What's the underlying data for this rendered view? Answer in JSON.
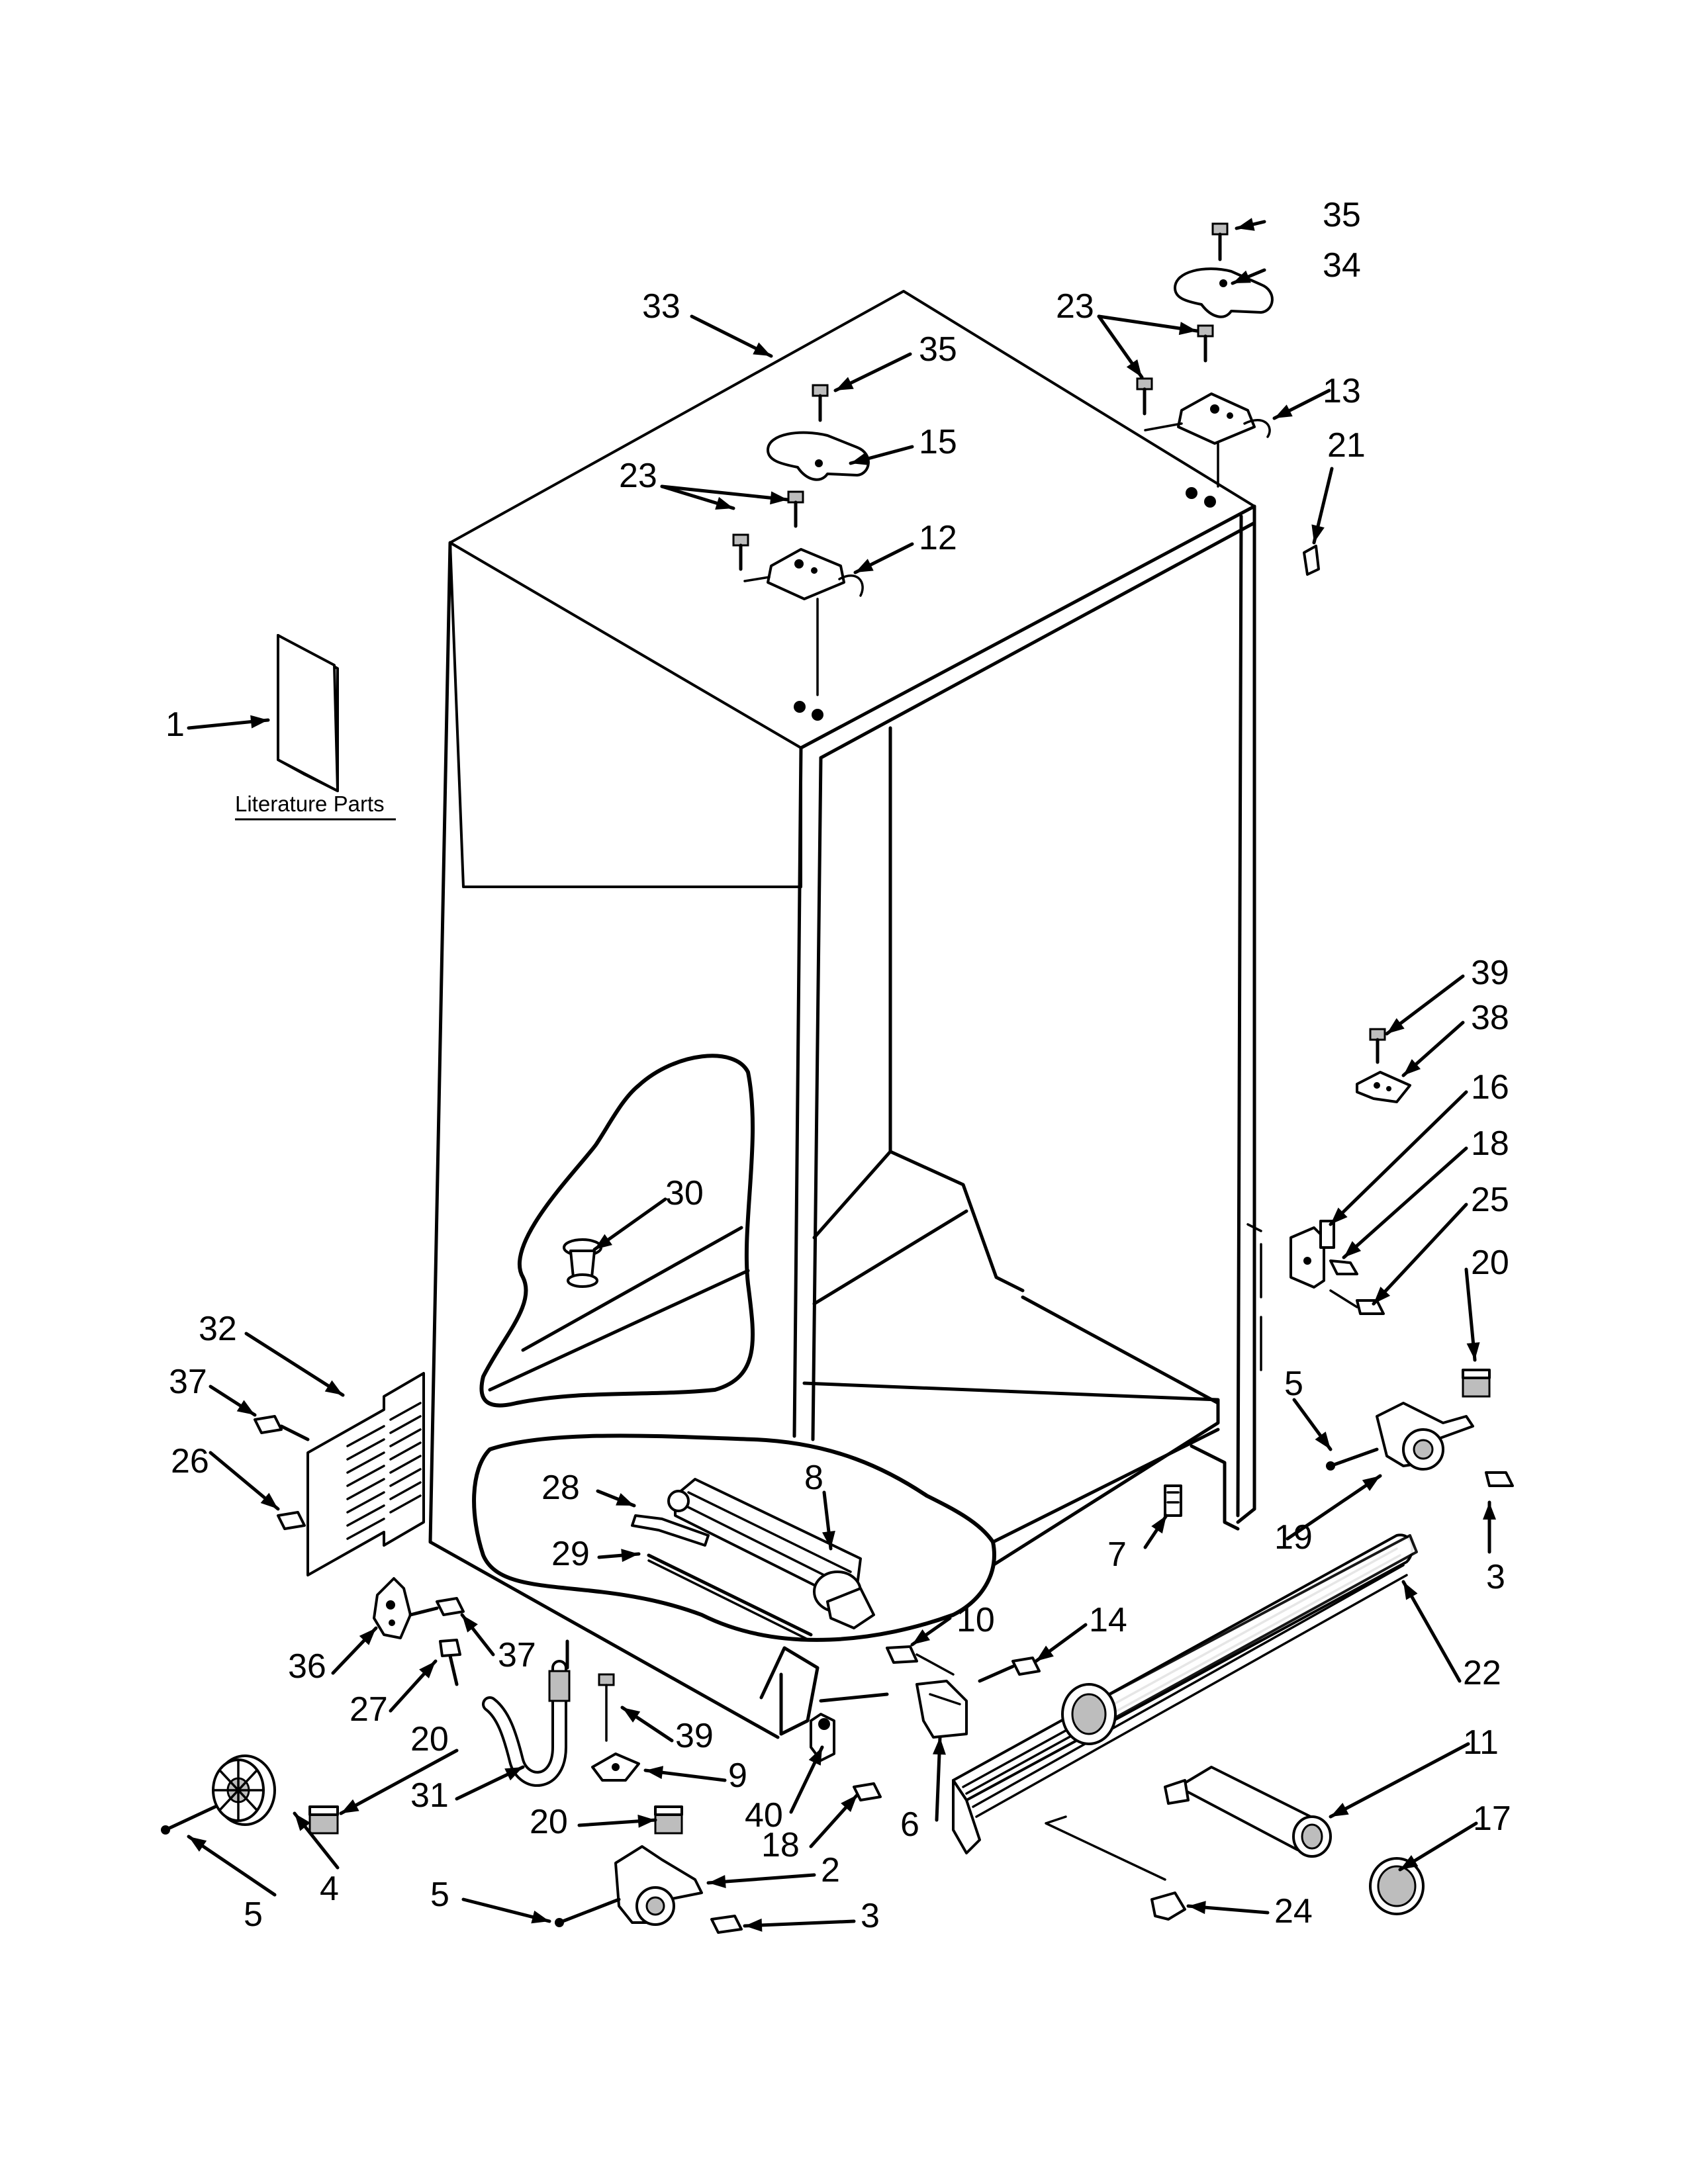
{
  "diagram": {
    "literature_label": "Literature Parts",
    "callouts": [
      {
        "id": "c1",
        "text": "1"
      },
      {
        "id": "c2",
        "text": "2"
      },
      {
        "id": "c3a",
        "text": "3"
      },
      {
        "id": "c3b",
        "text": "3"
      },
      {
        "id": "c4",
        "text": "4"
      },
      {
        "id": "c5a",
        "text": "5"
      },
      {
        "id": "c5b",
        "text": "5"
      },
      {
        "id": "c5c",
        "text": "5"
      },
      {
        "id": "c6",
        "text": "6"
      },
      {
        "id": "c7",
        "text": "7"
      },
      {
        "id": "c8",
        "text": "8"
      },
      {
        "id": "c9",
        "text": "9"
      },
      {
        "id": "c10",
        "text": "10"
      },
      {
        "id": "c11",
        "text": "11"
      },
      {
        "id": "c12",
        "text": "12"
      },
      {
        "id": "c13",
        "text": "13"
      },
      {
        "id": "c14",
        "text": "14"
      },
      {
        "id": "c15",
        "text": "15"
      },
      {
        "id": "c16",
        "text": "16"
      },
      {
        "id": "c17",
        "text": "17"
      },
      {
        "id": "c18a",
        "text": "18"
      },
      {
        "id": "c18b",
        "text": "18"
      },
      {
        "id": "c19",
        "text": "19"
      },
      {
        "id": "c20a",
        "text": "20"
      },
      {
        "id": "c20b",
        "text": "20"
      },
      {
        "id": "c20c",
        "text": "20"
      },
      {
        "id": "c21",
        "text": "21"
      },
      {
        "id": "c22",
        "text": "22"
      },
      {
        "id": "c23a",
        "text": "23"
      },
      {
        "id": "c23b",
        "text": "23"
      },
      {
        "id": "c24",
        "text": "24"
      },
      {
        "id": "c25",
        "text": "25"
      },
      {
        "id": "c26",
        "text": "26"
      },
      {
        "id": "c27",
        "text": "27"
      },
      {
        "id": "c28",
        "text": "28"
      },
      {
        "id": "c29",
        "text": "29"
      },
      {
        "id": "c30",
        "text": "30"
      },
      {
        "id": "c31",
        "text": "31"
      },
      {
        "id": "c32",
        "text": "32"
      },
      {
        "id": "c33",
        "text": "33"
      },
      {
        "id": "c34",
        "text": "34"
      },
      {
        "id": "c35a",
        "text": "35"
      },
      {
        "id": "c35b",
        "text": "35"
      },
      {
        "id": "c36",
        "text": "36"
      },
      {
        "id": "c37a",
        "text": "37"
      },
      {
        "id": "c37b",
        "text": "37"
      },
      {
        "id": "c38",
        "text": "38"
      },
      {
        "id": "c39a",
        "text": "39"
      },
      {
        "id": "c39b",
        "text": "39"
      },
      {
        "id": "c40",
        "text": "40"
      }
    ]
  }
}
